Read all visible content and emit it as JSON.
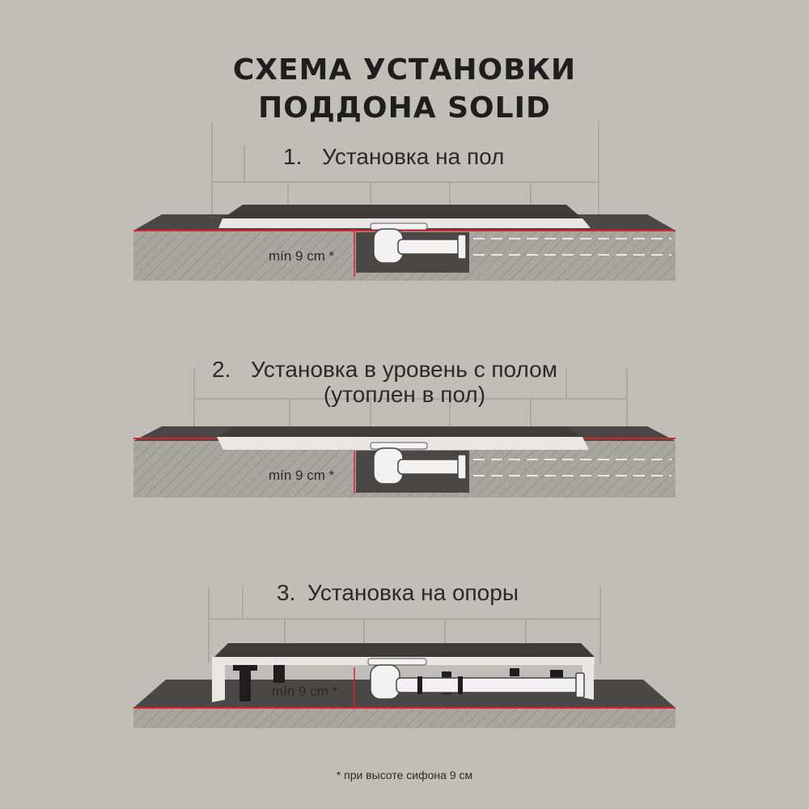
{
  "title": {
    "line1": "СХЕМА УСТАНОВКИ",
    "line2": "ПОДДОНА SOLID"
  },
  "sections": [
    {
      "number": "1.",
      "label": "Установка на пол",
      "label2": "",
      "measurement": "mín 9 cm *"
    },
    {
      "number": "2.",
      "label": "Установка в уровень с полом",
      "label2": "(утоплен в пол)",
      "measurement": "mín 9 cm *"
    },
    {
      "number": "3.",
      "label": "Установка на опоры",
      "label2": "",
      "measurement": "mín 9 cm *"
    }
  ],
  "footnote": "* при высоте сифона 9 см",
  "colors": {
    "background": "#c1bdb8",
    "floor_top": "#4a4846",
    "tray": "#3e3c3a",
    "tray_edge": "#e9e7e4",
    "subfloor": "#a9a6a2",
    "accent_line": "#e31e24",
    "siphon": "#f2f2f2"
  }
}
